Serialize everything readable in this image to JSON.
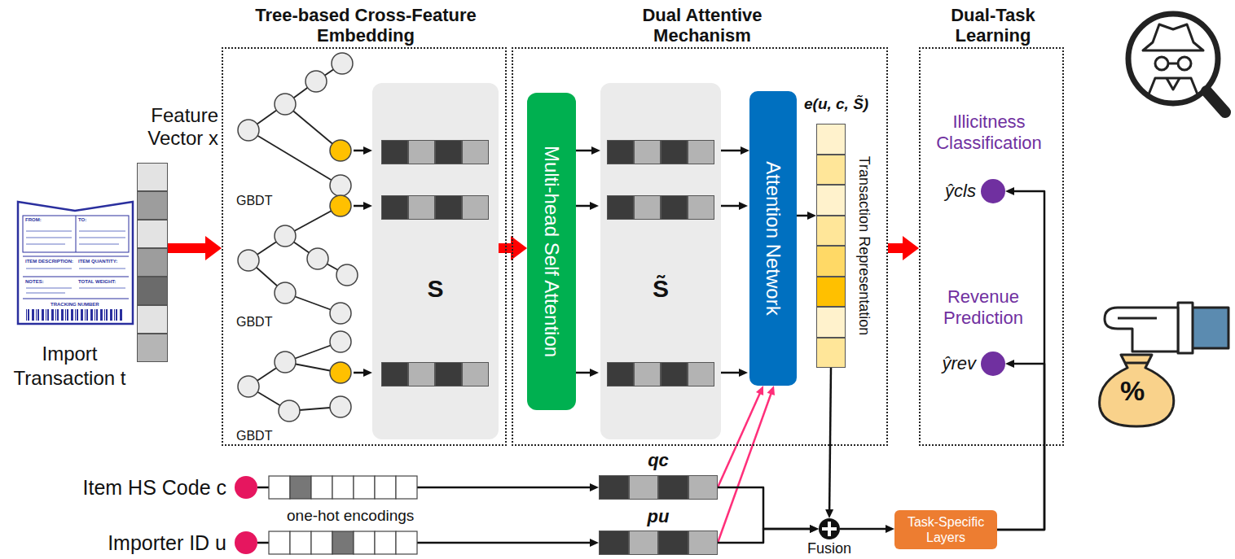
{
  "diagram": {
    "nodes": [
      {
        "text": [
          "Tree-based Cross-Feature Embedding"
        ]
      },
      {
        "text": [
          "Dual Attentive Mechanism"
        ]
      },
      {
        "text": [
          "Dual-Task Learning"
        ]
      },
      {
        "text": [
          "Import Transaction t"
        ]
      },
      {
        "text": [
          "Feature Vector x"
        ]
      },
      {
        "text": [
          "GBDT"
        ],
        "in": 0
      },
      {
        "text": [
          "GBDT"
        ],
        "in": 0
      },
      {
        "text": [
          "GBDT"
        ],
        "in": 0
      },
      {
        "text": [
          "S"
        ],
        "in": 0
      },
      {
        "text": [
          "Multi-head Self Attention"
        ],
        "in": 1
      },
      {
        "text": [
          "S̃"
        ],
        "in": 1
      },
      {
        "text": [
          "Attention Network"
        ],
        "in": 1
      },
      {
        "text": [
          "e(u, c, S̃)",
          "Transaction Representation"
        ],
        "in": 1
      },
      {
        "text": [
          "Illicitness Classification",
          "ŷcls"
        ],
        "in": 2
      },
      {
        "text": [
          "Revenue Prediction",
          "ŷrev"
        ],
        "in": 2
      },
      {
        "text": [
          "Item HS Code c"
        ]
      },
      {
        "text": [
          "Importer ID u"
        ]
      },
      {
        "text": [
          "qc"
        ]
      },
      {
        "text": [
          "pu"
        ]
      },
      {
        "text": [
          "Fusion"
        ]
      },
      {
        "text": [
          "Task-Specific Layers"
        ]
      }
    ],
    "edges": [
      {
        "from": 4,
        "to": 0,
        "arrow": "to"
      },
      {
        "from": 5,
        "to": 8,
        "arrow": "to"
      },
      {
        "from": 6,
        "to": 8,
        "arrow": "to"
      },
      {
        "from": 7,
        "to": 8,
        "arrow": "to"
      },
      {
        "from": 8,
        "to": 9,
        "arrow": "to"
      },
      {
        "from": 9,
        "to": 10,
        "arrow": "to"
      },
      {
        "from": 10,
        "to": 11,
        "arrow": "to"
      },
      {
        "from": 11,
        "to": 12,
        "arrow": "to"
      },
      {
        "from": 1,
        "to": 2,
        "arrow": "to"
      },
      {
        "from": 15,
        "to": 17,
        "arrow": "to"
      },
      {
        "from": 16,
        "to": 18,
        "arrow": "to"
      },
      {
        "from": 17,
        "to": 11,
        "arrow": "to"
      },
      {
        "from": 18,
        "to": 11,
        "arrow": "to"
      },
      {
        "from": 17,
        "to": 19,
        "arrow": "to"
      },
      {
        "from": 18,
        "to": 19,
        "arrow": "to"
      },
      {
        "from": 12,
        "to": 19,
        "arrow": "to"
      },
      {
        "from": 19,
        "to": 20,
        "arrow": "to"
      },
      {
        "from": 20,
        "to": 13,
        "arrow": "to"
      },
      {
        "from": 20,
        "to": 14,
        "arrow": "to"
      }
    ],
    "labels": [
      "FROM:",
      "TO:",
      "ITEM DESCRIPTION:",
      "ITEM QUANTITY:",
      "NOTES:",
      "TOTAL WEIGHT:",
      "TRACKING NUMBER",
      "one-hot encodings",
      "%"
    ]
  }
}
